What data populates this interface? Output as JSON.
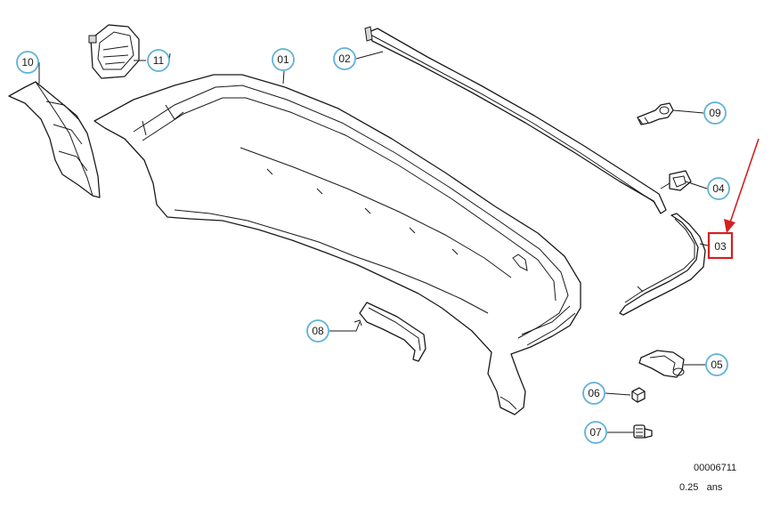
{
  "callouts": [
    {
      "label": "10",
      "part": "bracket-left"
    },
    {
      "label": "11",
      "part": "grille-insert"
    },
    {
      "label": "01",
      "part": "bumper-cover"
    },
    {
      "label": "02",
      "part": "bumper-trim-strip"
    },
    {
      "label": "09",
      "part": "towing-eye"
    },
    {
      "label": "04",
      "part": "cover-cap"
    },
    {
      "label": "03",
      "part": "side-trim-strip",
      "highlighted": true
    },
    {
      "label": "05",
      "part": "side-bracket"
    },
    {
      "label": "08",
      "part": "center-bracket"
    },
    {
      "label": "06",
      "part": "nut"
    },
    {
      "label": "07",
      "part": "screw"
    }
  ],
  "footer": {
    "drawing_number": "00006711",
    "scale": "0.25   ans"
  },
  "colors": {
    "callout_ring": "#5fb2d8",
    "highlight": "#d42020",
    "line": "#1a1a1a"
  }
}
